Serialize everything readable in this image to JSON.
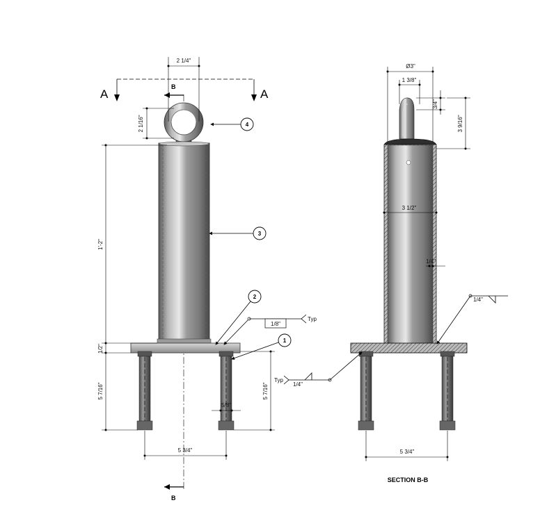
{
  "title": "SECTION B-B",
  "section_markers": {
    "left": "A",
    "right": "A",
    "cut_top": "B",
    "cut_bottom": "B"
  },
  "dimensions": {
    "eye_width": "2 1/4\"",
    "eye_height": "2 1/16\"",
    "post_height": "1'-2\"",
    "plate_thickness": "1/2\"",
    "anchor_length_left": "5 7/16\"",
    "anchor_length_right": "5 7/16\"",
    "anchor_dia": "5/8\"",
    "anchor_spacing": "5 3/4\"",
    "section_dia": "Ø3\"",
    "section_eye_width": "1 3/8\"",
    "section_eye_thickness": "3/4\"",
    "section_eye_height": "3 9/16\"",
    "section_post_width": "3 1/2\"",
    "section_wall": "1/4\"",
    "section_anchor_spacing": "5 3/4\""
  },
  "balloons": [
    "1",
    "2",
    "3",
    "4"
  ],
  "welds": {
    "left_size": "1/8\"",
    "left_note": "Typ",
    "right_top_size": "1/4\"",
    "right_bottom_size": "1/4\"",
    "right_bottom_note": "Typ"
  }
}
